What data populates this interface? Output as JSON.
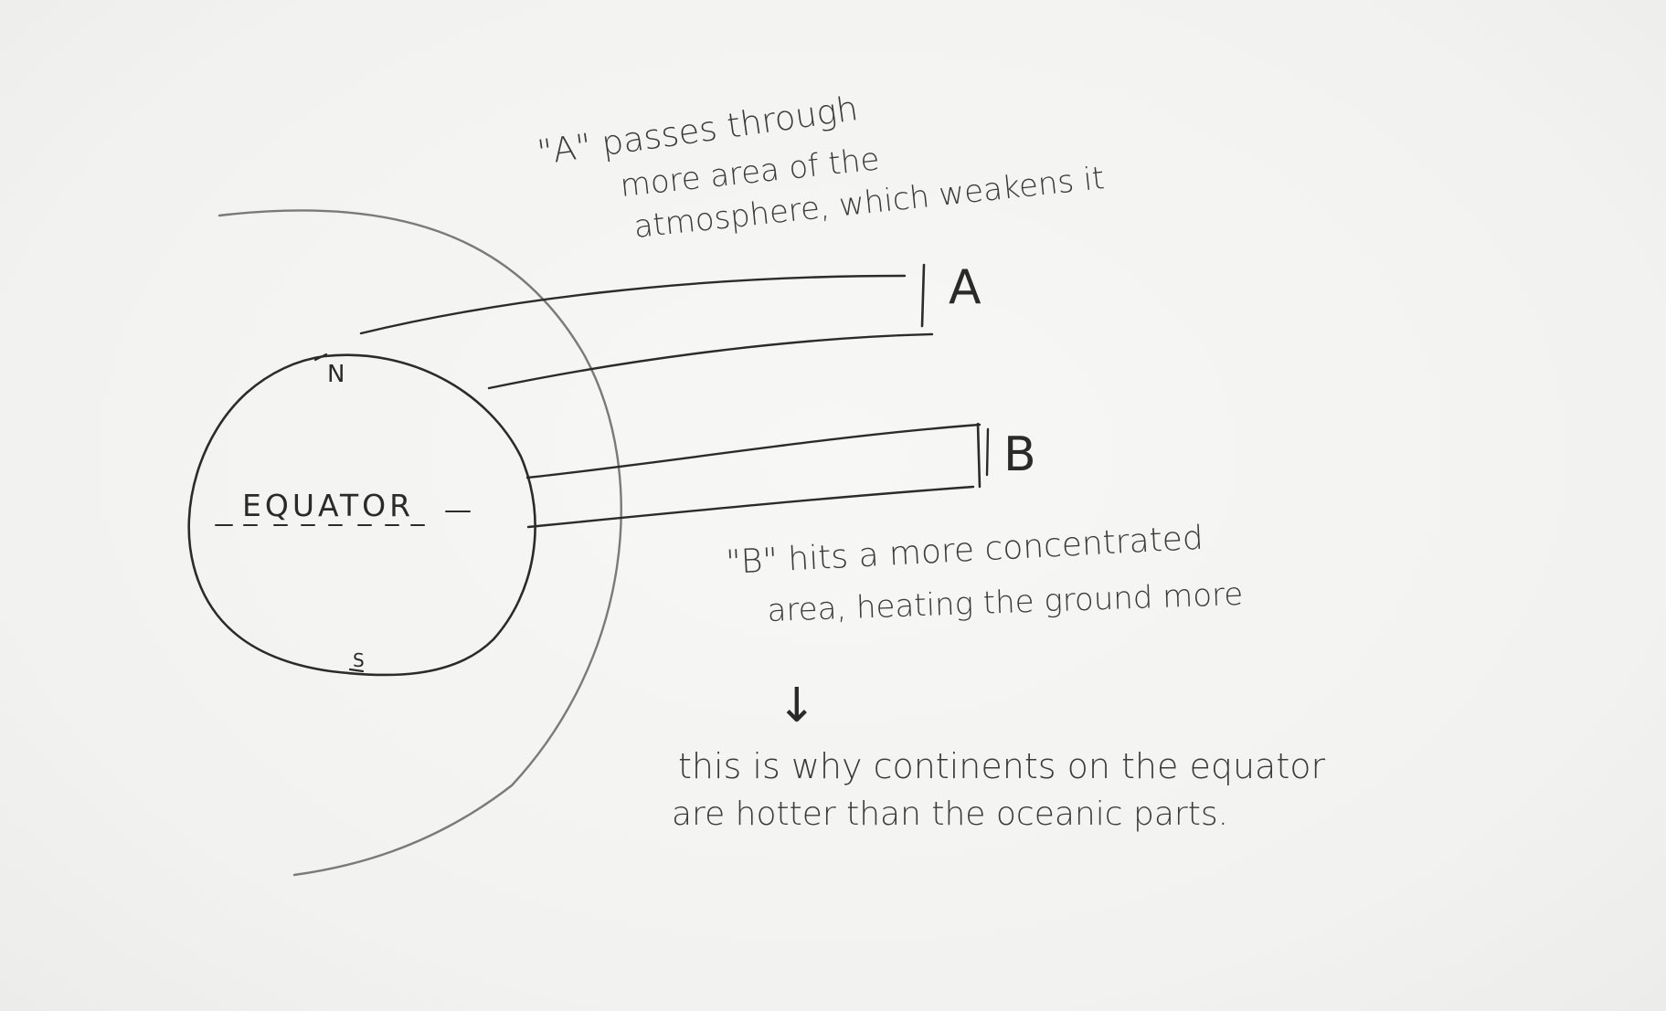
{
  "diagram": {
    "earth": {
      "north_label": "N",
      "south_label": "S",
      "equator_label": "EQUATOR"
    },
    "rays": {
      "a_label": "A",
      "b_label": "B"
    },
    "notes": {
      "a_line1": "\"A\" passes through",
      "a_line2": "more   area   of the",
      "a_line3": "atmosphere, which weakens it",
      "b_line1": "\"B\" hits   a   more   concentrated",
      "b_line2": "area,  heating  the  ground more",
      "arrow": "↓",
      "conclusion_line1": "this is why continents  on  the equator",
      "conclusion_line2": "are  hotter  than  the  oceanic  parts."
    }
  }
}
